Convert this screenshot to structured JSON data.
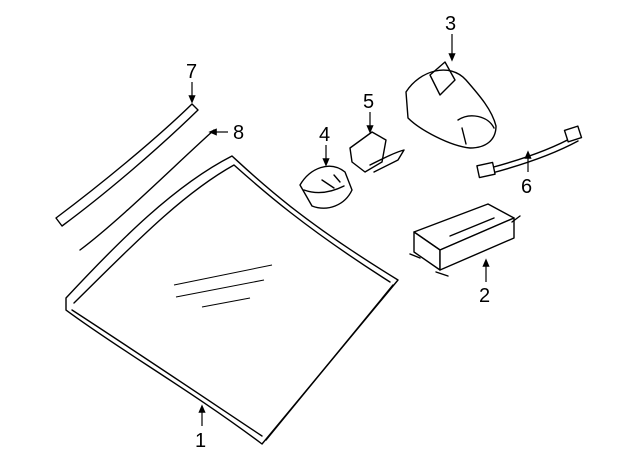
{
  "callouts": [
    {
      "id": "1",
      "label": "1",
      "part": "windshield-glass"
    },
    {
      "id": "2",
      "label": "2",
      "part": "control-module"
    },
    {
      "id": "3",
      "label": "3",
      "part": "mirror-cover"
    },
    {
      "id": "4",
      "label": "4",
      "part": "sensor-bracket"
    },
    {
      "id": "5",
      "label": "5",
      "part": "bracket-cover"
    },
    {
      "id": "6",
      "label": "6",
      "part": "wiring-harness"
    },
    {
      "id": "7",
      "label": "7",
      "part": "side-molding"
    },
    {
      "id": "8",
      "label": "8",
      "part": "weatherstrip"
    }
  ]
}
